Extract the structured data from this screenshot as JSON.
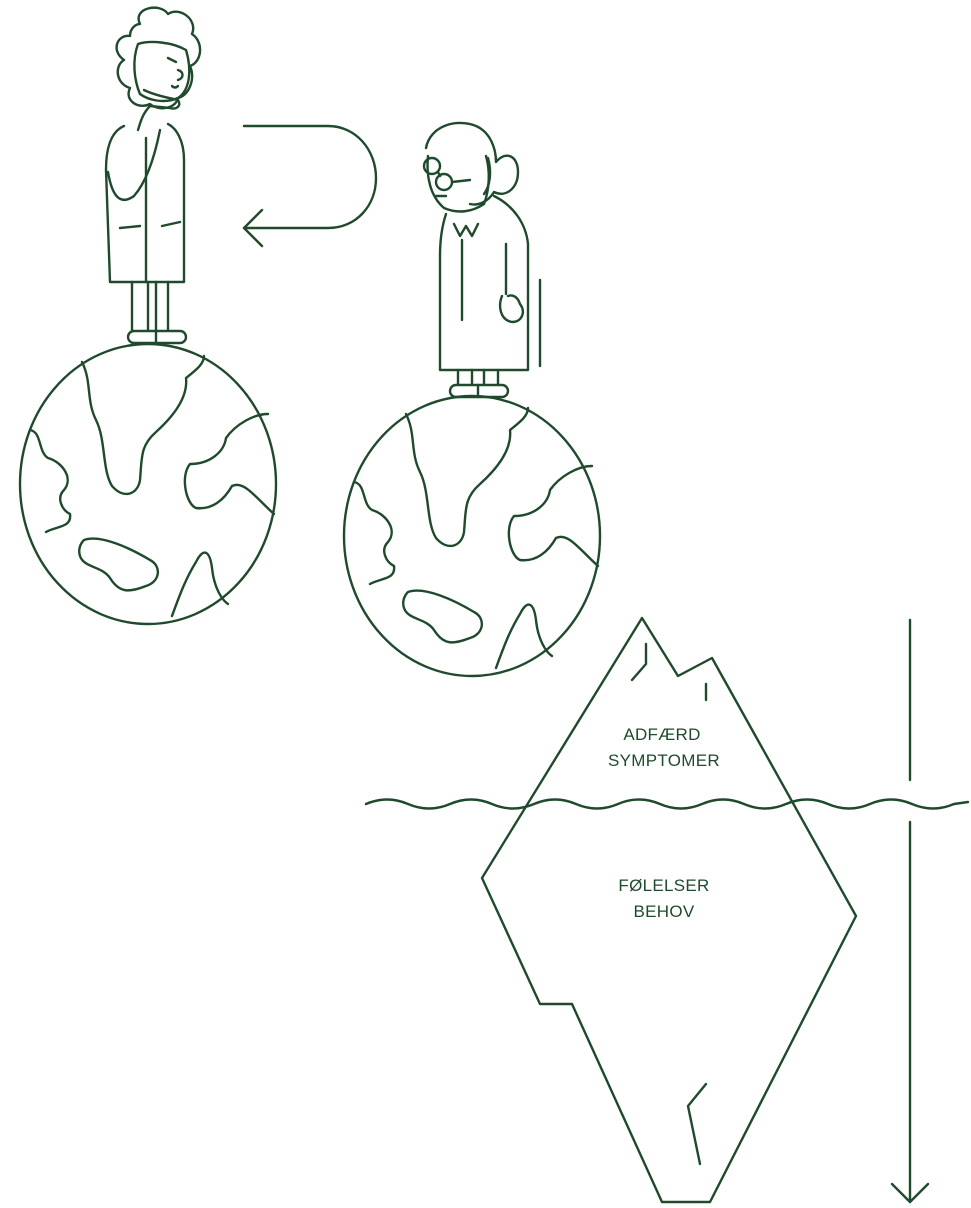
{
  "illustration": {
    "iceberg": {
      "above_lines": [
        "ADFÆRD",
        "SYMPTOMER"
      ],
      "below_lines": [
        "FØLELSER",
        "BEHOV"
      ]
    },
    "line_color": "#1f4a2c",
    "background": "#ffffff",
    "figures": [
      "person-thinking",
      "elderly-woman-with-glasses"
    ],
    "icons": [
      "u-turn-arrow-icon",
      "down-arrow-icon",
      "globe-icon"
    ]
  }
}
